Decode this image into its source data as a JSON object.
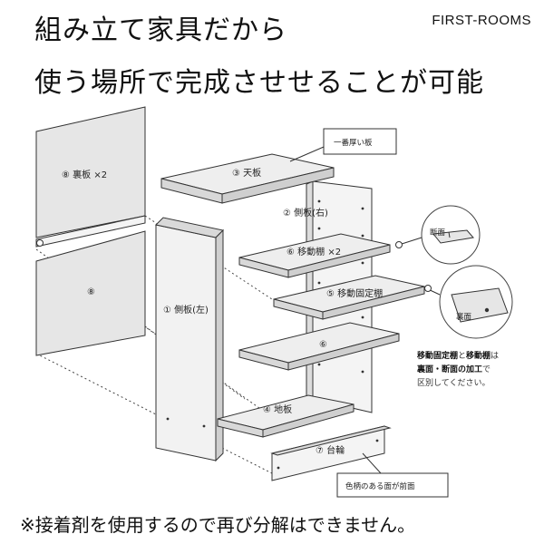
{
  "heading": {
    "line1": "組み立て家具だから",
    "line2": "使う場所で完成させせることが可能"
  },
  "brand": "FIRST-ROOMS",
  "footnote": "※接着剤を使用するので再び分解はできません。",
  "parts": {
    "back_panel_x2": "⑧ 裏板 ×2",
    "back_panel": "⑧",
    "top_panel": "③ 天板",
    "side_right": "② 側板(右)",
    "side_left": "① 側板(左)",
    "movable_shelf_x2": "⑥ 移動棚 ×2",
    "fixed_shelf": "⑤ 移動固定棚",
    "shelf": "⑥",
    "bottom_panel": "④ 地板",
    "base_board": "⑦ 台輪"
  },
  "callouts": {
    "thickest": "一番厚い板",
    "cross_section": "断面",
    "back_face": "裏面",
    "front_face": "色柄のある面が前面"
  },
  "note": {
    "bold1": "移動固定棚",
    "plain1": "と",
    "bold2": "移動棚",
    "plain2": "は",
    "bold3": "裏面・断面の加工",
    "plain3": "で",
    "line3": "区別してください。"
  }
}
